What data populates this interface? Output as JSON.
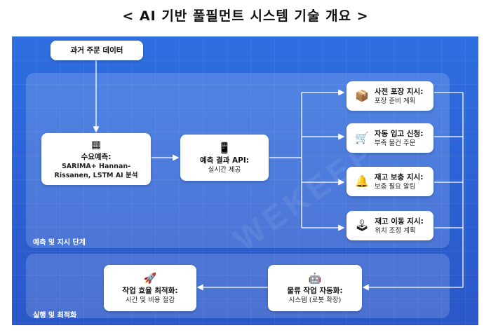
{
  "title": "< AI 기반 풀필먼트 시스템 기술 개요 >",
  "colors": {
    "panel": "#2c63d6",
    "arrow": "#ffffff",
    "node_bg": "#ffffff"
  },
  "stages": {
    "prediction_label": "예측 및 지시 단계",
    "execution_label": "실행 및 최적화"
  },
  "nodes": {
    "past_orders": {
      "title": "과거 주문 데이터"
    },
    "demand_forecast": {
      "icon": "grid-icon",
      "title": "수요예측:",
      "line1": "SARIMA+ Hannan-",
      "line2": "Rissanen, LSTM AI 분석"
    },
    "forecast_api": {
      "icon": "phone-icon",
      "title": "예측 결과 API:",
      "sub": "실시간 제공"
    },
    "pre_packing": {
      "icon": "box-icon",
      "title": "사전 포장 지시:",
      "sub": "포장 준비 계획"
    },
    "auto_inbound": {
      "icon": "cart-icon",
      "title": "자동 입고 신청:",
      "sub": "부족 물건 주문"
    },
    "restock": {
      "icon": "bell-icon",
      "title": "재고 보충 지시:",
      "sub": "보충 필요 알림"
    },
    "relocate": {
      "icon": "joystick-icon",
      "title": "재고 이동 지시:",
      "sub": "위치 조정 계획"
    },
    "logistics_auto": {
      "icon": "robot-icon",
      "title": "물류 작업 자동화:",
      "sub": "시스템 (로봇 확장)"
    },
    "efficiency": {
      "icon": "rocket-icon",
      "title": "작업 효율 최적화:",
      "sub": "시간 및 비용 절감"
    }
  }
}
